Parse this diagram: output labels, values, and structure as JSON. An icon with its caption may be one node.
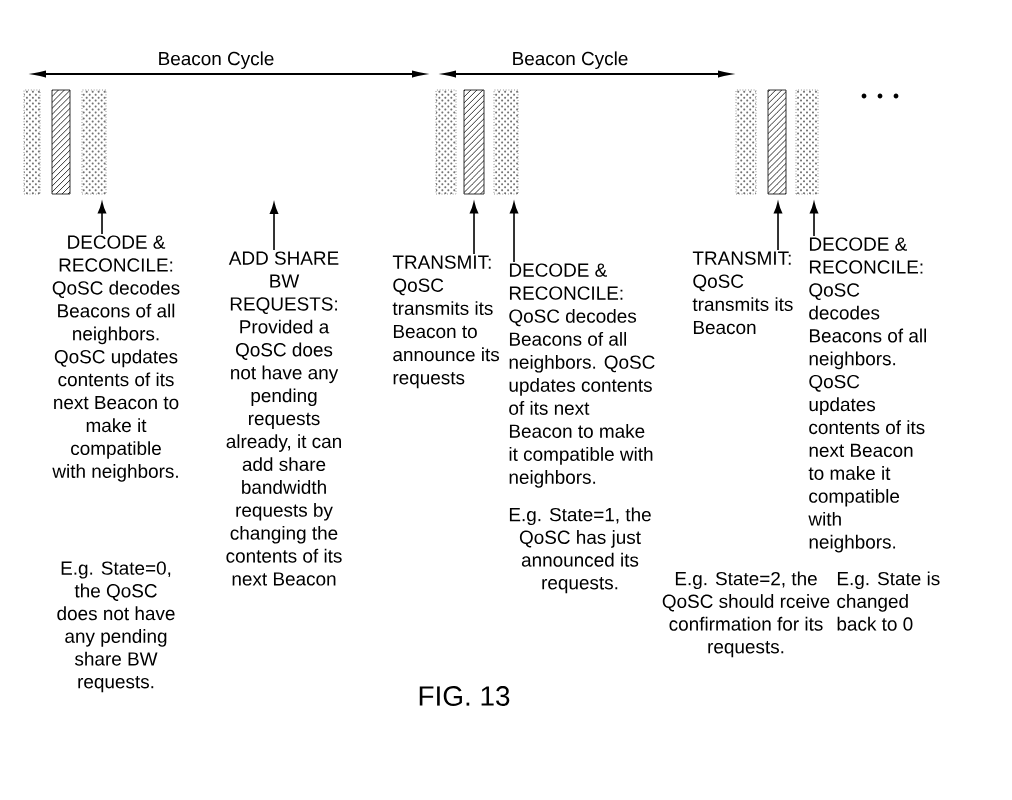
{
  "diagram": {
    "caption": "FIG. 13",
    "nodes": [
      {
        "text": [],
        "shape": "bar"
      },
      {
        "text": [],
        "shape": "bar"
      },
      {
        "text": [],
        "shape": "bar"
      },
      {
        "text": [],
        "shape": "bar"
      },
      {
        "text": [],
        "shape": "bar"
      },
      {
        "text": [],
        "shape": "bar"
      },
      {
        "text": [],
        "shape": "bar"
      },
      {
        "text": [],
        "shape": "bar"
      },
      {
        "text": [],
        "shape": "bar"
      },
      {
        "text": [
          "DECODE & RECONCILE: QoSC decodes Beacons of all neighbors. QoSC updates contents of its next Beacon to make it compatible with neighbors.",
          "E.g. State=0, the QoSC does not have any pending share BW requests."
        ]
      },
      {
        "text": [
          "ADD SHARE BW REQUESTS: Provided a QoSC does not have any pending requests already, it can add share bandwidth requests by changing the contents of its next Beacon"
        ]
      },
      {
        "text": [
          "TRANSMIT: QoSC transmits its Beacon to announce its requests"
        ]
      },
      {
        "text": [
          "DECODE & RECONCILE: QoSC decodes Beacons of all neighbors. QoSC updates contents of its next Beacon to make it compatible with neighbors.",
          "E.g. State=1, the QoSC has just announced its requests."
        ]
      },
      {
        "text": [
          "TRANSMIT: QoSC transmits its Beacon",
          "E.g. State=2, the QoSC should rceive confirmation for its requests."
        ]
      },
      {
        "text": [
          "DECODE & RECONCILE: QoSC decodes Beacons of all neighbors. QoSC updates contents of its next Beacon to make it compatible with neighbors.",
          "E.g. State is changed back to 0"
        ]
      }
    ],
    "edges": [
      {
        "from": 9,
        "to": 2,
        "arrow": "to"
      },
      {
        "from": 10,
        "to": null,
        "arrow": "to"
      },
      {
        "from": 11,
        "to": 4,
        "arrow": "to"
      },
      {
        "from": 12,
        "to": 5,
        "arrow": "to"
      },
      {
        "from": 13,
        "to": 7,
        "arrow": "to"
      },
      {
        "from": 14,
        "to": 8,
        "arrow": "to"
      }
    ],
    "labels": [
      "Beacon Cycle",
      "Beacon Cycle"
    ]
  }
}
